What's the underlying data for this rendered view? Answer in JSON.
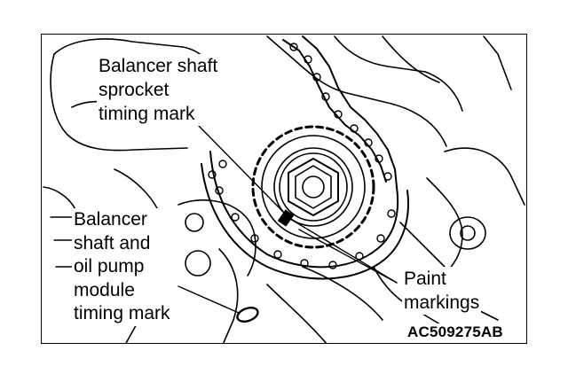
{
  "labels": {
    "sprocket_mark": [
      "Balancer shaft",
      "sprocket",
      "timing mark"
    ],
    "module_mark": [
      "Balancer",
      "shaft and",
      "oil pump",
      "module",
      "timing mark"
    ],
    "paint": [
      "Paint",
      "markings"
    ]
  },
  "figure_code": "AC509275AB"
}
